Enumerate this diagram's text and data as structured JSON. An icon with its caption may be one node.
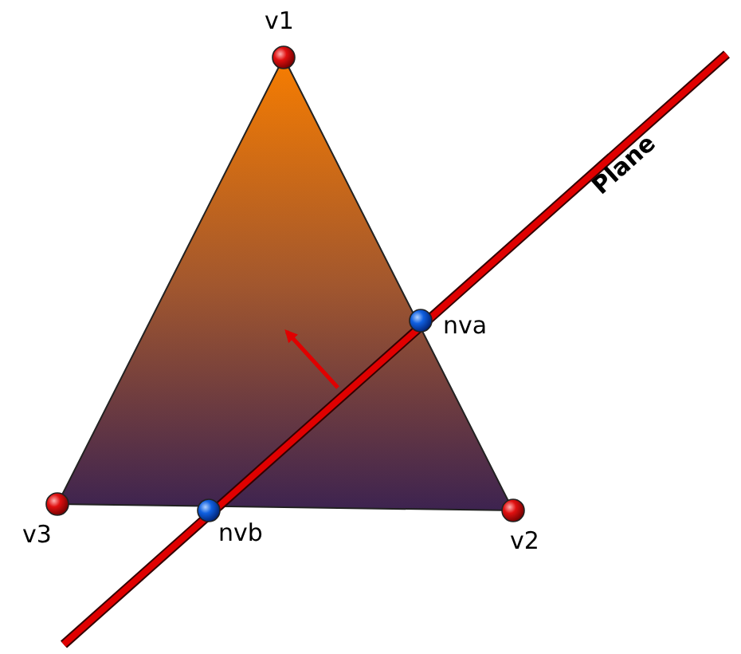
{
  "diagram": {
    "labels": [
      "v1",
      "Plane",
      "nva",
      "v3",
      "nvb",
      "v2"
    ]
  }
}
